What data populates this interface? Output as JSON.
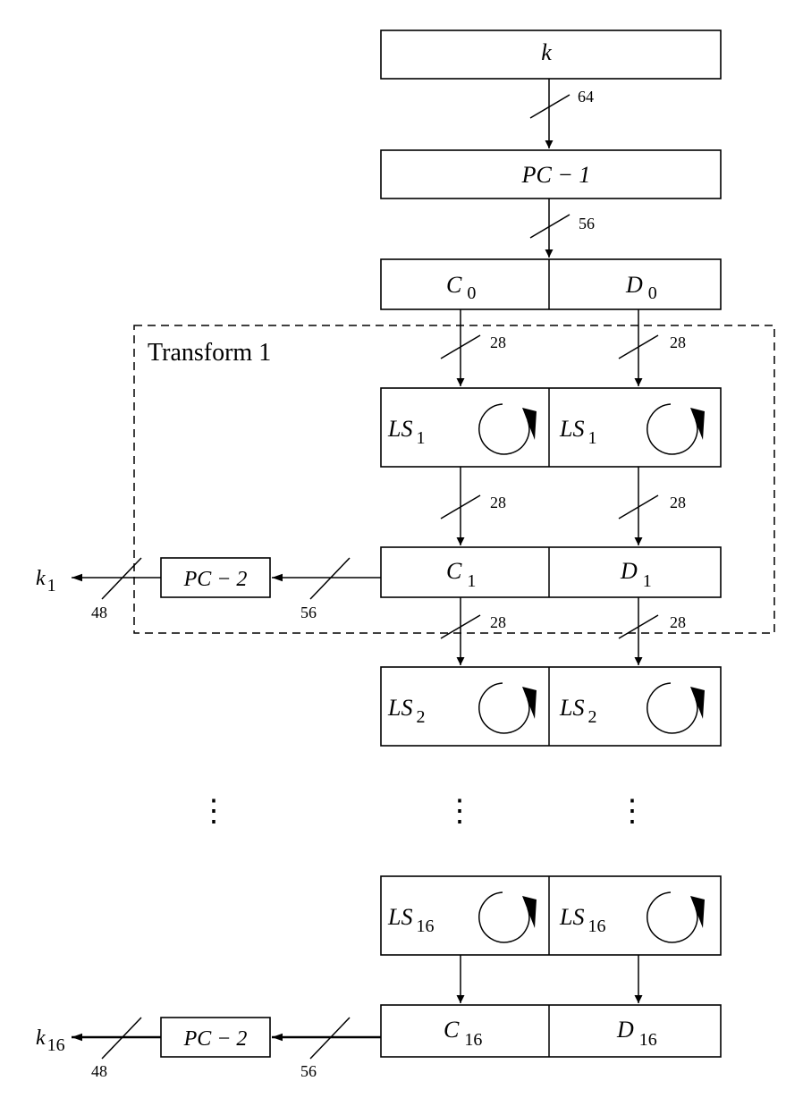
{
  "labels": {
    "key": "k",
    "pc1": "PC − 1",
    "pc2": "PC − 2",
    "transform": "Transform 1",
    "C": "C",
    "D": "D",
    "LS": "LS",
    "k_out": "k"
  },
  "subscripts": {
    "c0": "0",
    "d0": "0",
    "ls1": "1",
    "ls2": "2",
    "ls16": "16",
    "c1": "1",
    "d1": "1",
    "c16": "16",
    "d16": "16",
    "k1": "1",
    "k16": "16"
  },
  "bit_widths": {
    "k_to_pc1": "64",
    "pc1_to_cd": "56",
    "halves": "28",
    "to_pc2": "56",
    "subkey": "48"
  },
  "ellipsis": "⋮"
}
